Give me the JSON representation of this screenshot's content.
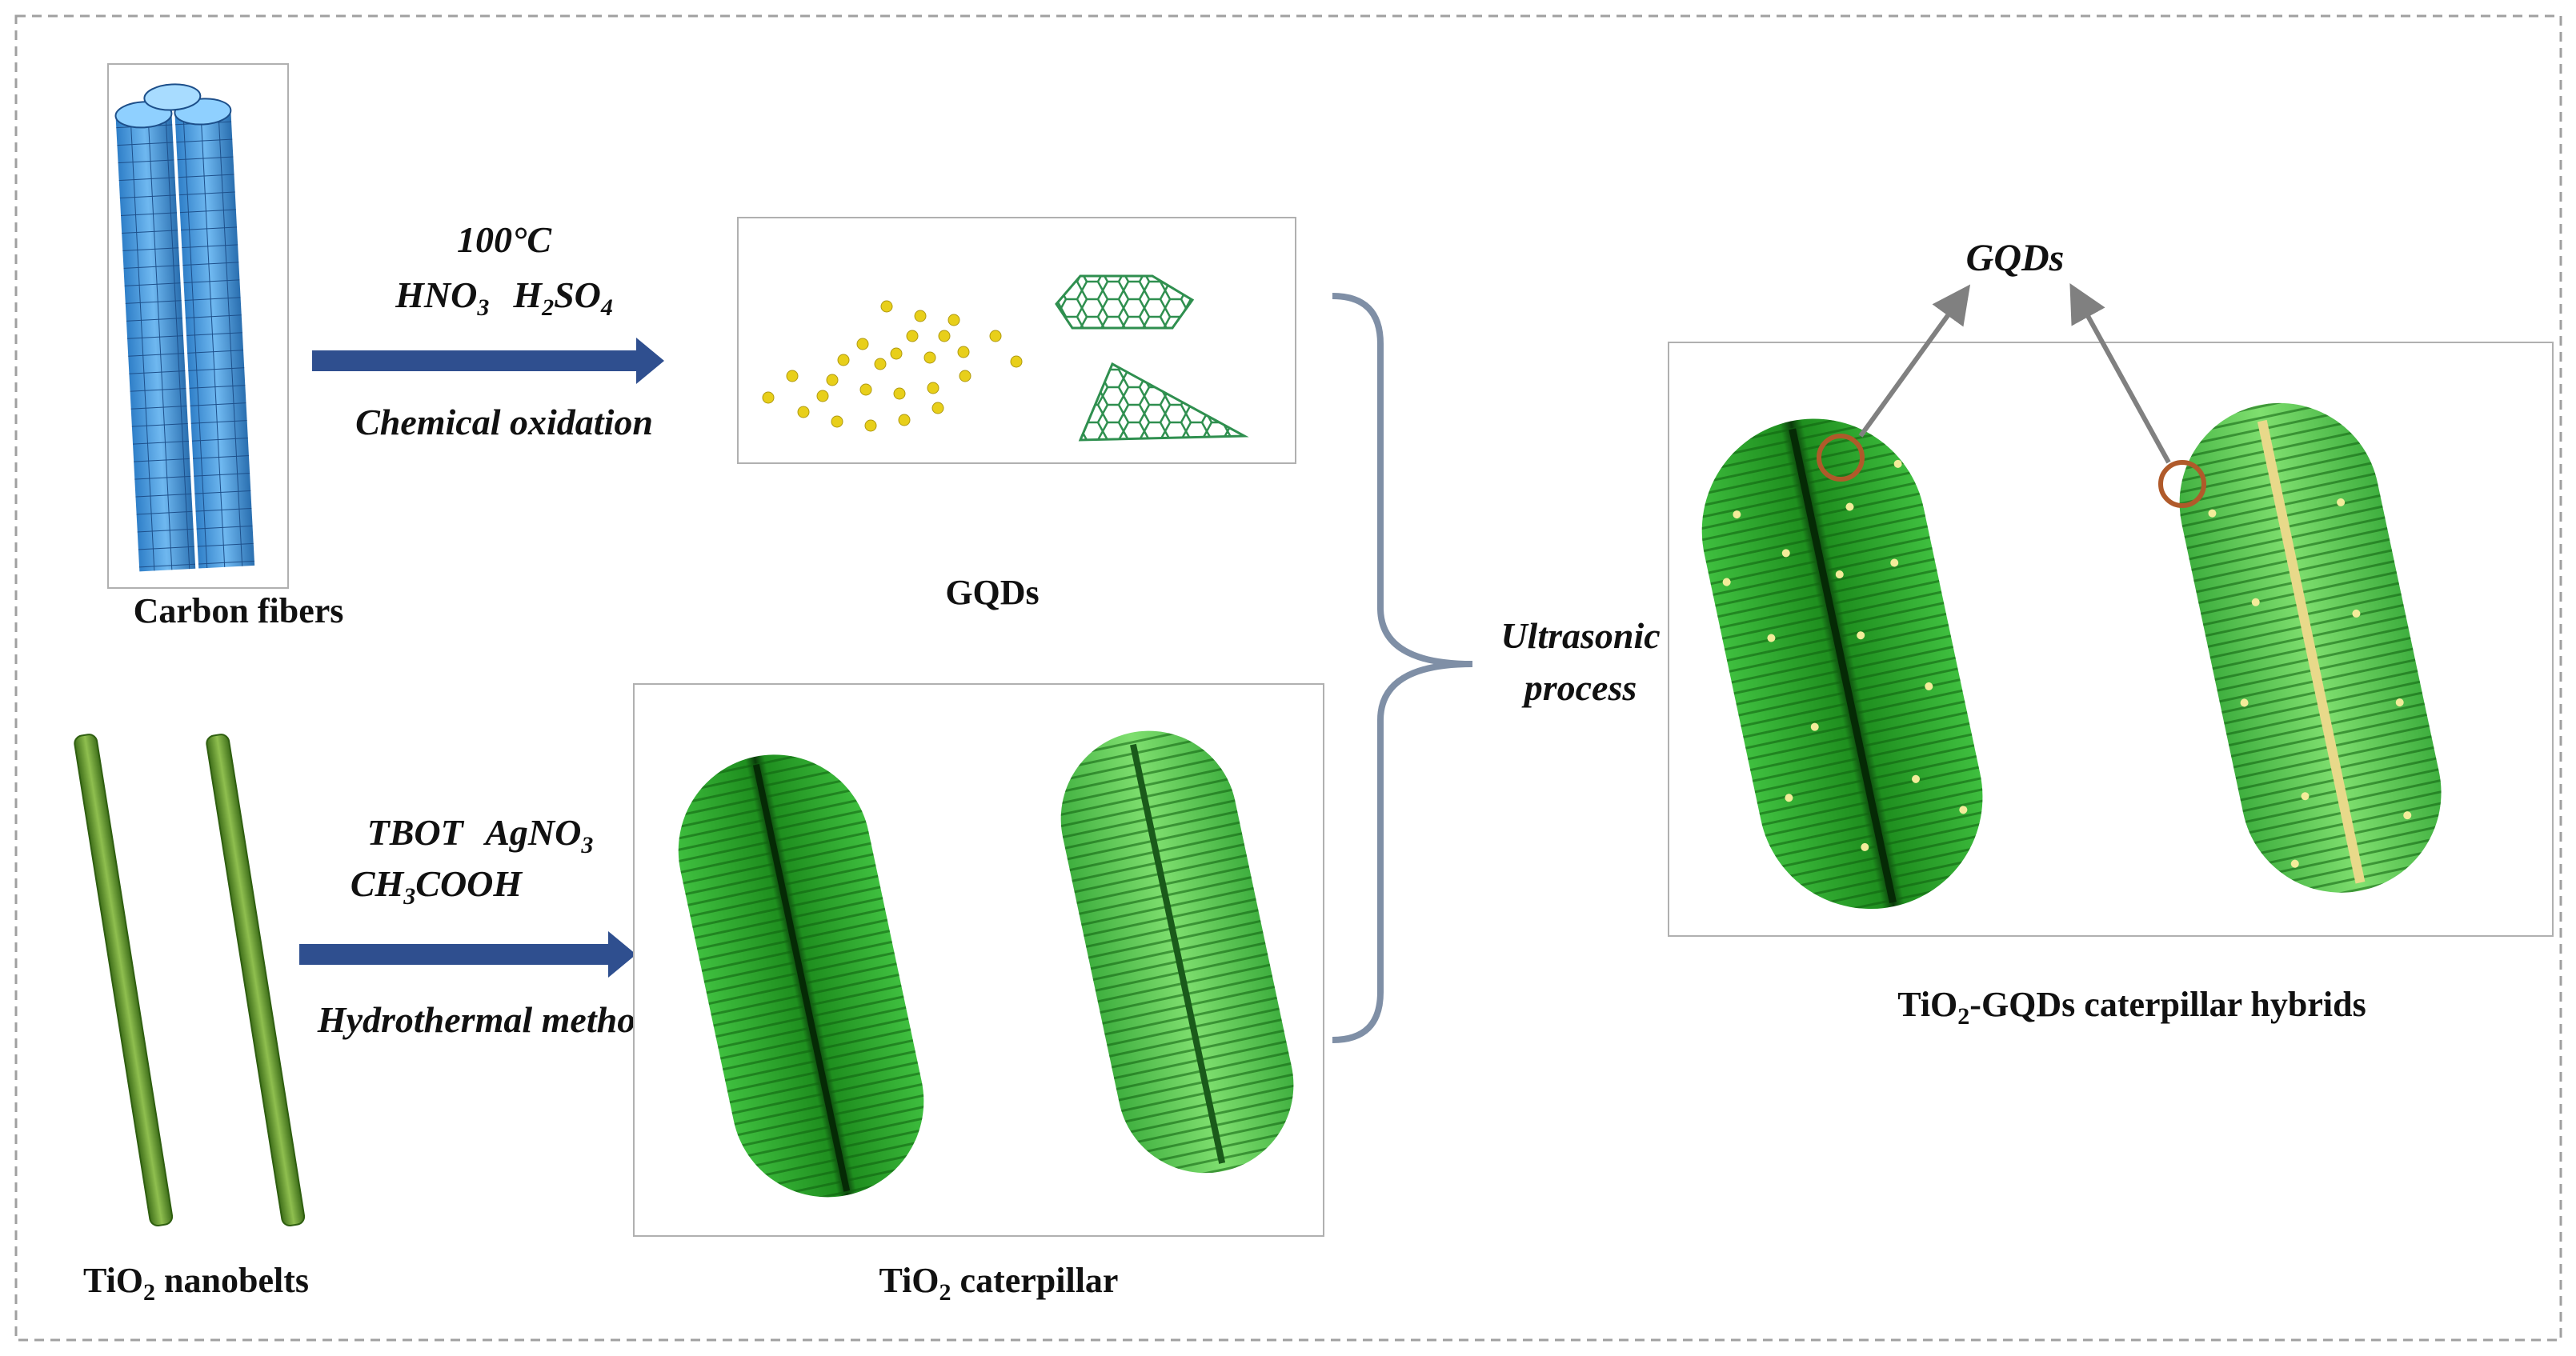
{
  "labels": {
    "carbon_fibers": "Carbon fibers",
    "gqds_product": "GQDs",
    "tio2_nanobelts_main": "TiO",
    "tio2_nanobelts_sub": "2",
    "tio2_nanobelts_rest": " nanobelts",
    "tio2_caterpillar_main": "TiO",
    "tio2_caterpillar_sub": "2",
    "tio2_caterpillar_rest": " caterpillar",
    "hybrids_main": "TiO",
    "hybrids_sub": "2",
    "hybrids_rest": "-GQDs caterpillar hybrids",
    "gqds_pointer": "GQDs"
  },
  "step1": {
    "temperature": "100°C",
    "reagent1_main": "HNO",
    "reagent1_sub": "3",
    "reagent2_main": "H",
    "reagent2_sub1": "2",
    "reagent2_mid": "SO",
    "reagent2_sub2": "4",
    "method": "Chemical oxidation"
  },
  "step2": {
    "reagent1": "TBOT",
    "reagent2_main": "AgNO",
    "reagent2_sub": "3",
    "reagent3_main": "CH",
    "reagent3_sub": "3",
    "reagent3_rest": "COOH",
    "method": "Hydrothermal method"
  },
  "step3": {
    "line1": "Ultrasonic",
    "line2": "process"
  },
  "colors": {
    "arrow": "#2f4f8f",
    "brace": "#7f8fa6",
    "fiber": "#4a9be0",
    "nanobelt": "#5f8f2a",
    "caterpillar_dark": "#1f8f1f",
    "caterpillar_light": "#5fcf4f",
    "dot": "#d9c31a",
    "graphene": "#2f8f4f",
    "circle": "#b05a2a",
    "pointer": "#808080"
  }
}
